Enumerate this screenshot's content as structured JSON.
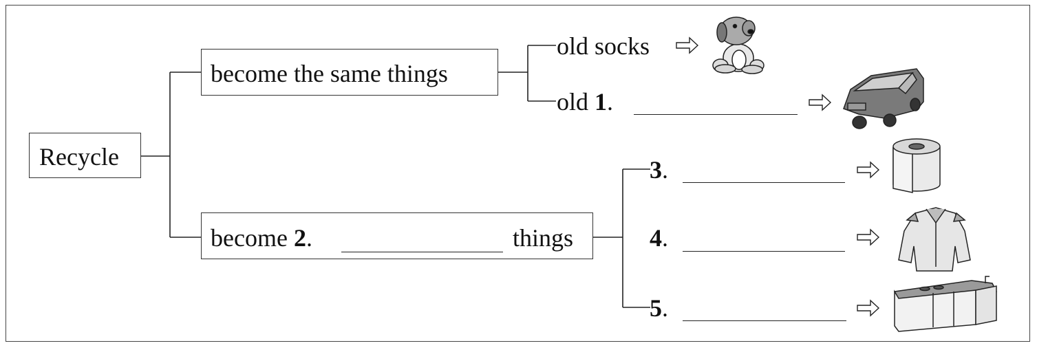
{
  "root": {
    "label": "Recycle"
  },
  "branch_same": {
    "label": "become the same things",
    "items": [
      {
        "prefix": "old socks",
        "picture": "teddy-dog-toy"
      },
      {
        "prefix": "old",
        "number": "1",
        "suffix": ".",
        "picture": "car"
      }
    ]
  },
  "branch_other": {
    "prefix": "become",
    "number": "2",
    "suffix": ".",
    "after": "things",
    "items": [
      {
        "number": "3",
        "suffix": ".",
        "picture": "toilet-paper-roll"
      },
      {
        "number": "4",
        "suffix": ".",
        "picture": "jacket"
      },
      {
        "number": "5",
        "suffix": ".",
        "picture": "kitchen-counter"
      }
    ]
  },
  "arrow_icon": "hollow-right-arrow-icon"
}
